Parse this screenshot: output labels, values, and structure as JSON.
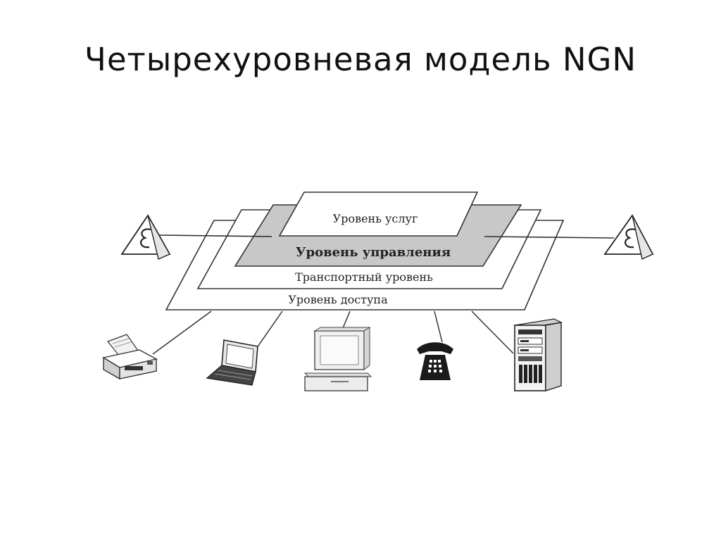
{
  "title": "Четырехуровневая модель NGN",
  "layers": {
    "services": "Уровень услуг",
    "control": "Уровень управления",
    "transport": "Транспортный уровень",
    "access": "Уровень доступа"
  },
  "devices": [
    "printer",
    "laptop",
    "desktop-computer",
    "telephone",
    "server"
  ],
  "icons": {
    "network_left": "network-pyramid-icon",
    "network_right": "network-pyramid-icon"
  },
  "colors": {
    "control_plane_fill": "#c8c8c8",
    "line": "#333333",
    "text": "#111111"
  }
}
